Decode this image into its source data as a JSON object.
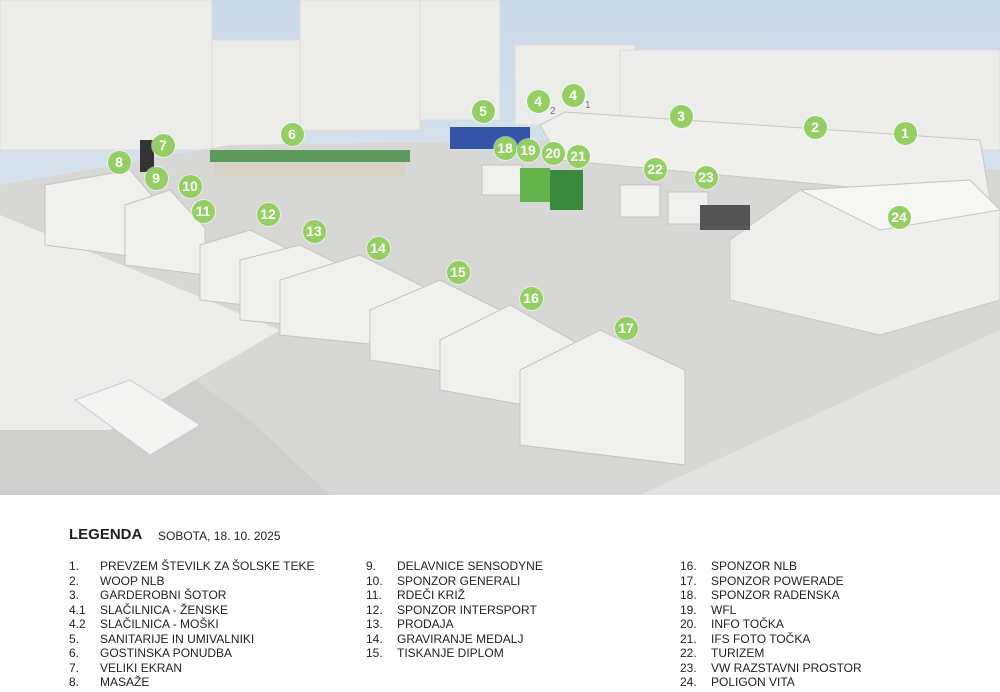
{
  "map": {
    "marker_color": "#93cf63",
    "markers": [
      "1",
      "2",
      "3",
      "4.1",
      "4.2",
      "5",
      "6",
      "7",
      "8",
      "9",
      "10",
      "11",
      "12",
      "13",
      "14",
      "15",
      "16",
      "17",
      "18",
      "19",
      "20",
      "21",
      "22",
      "23",
      "24"
    ]
  },
  "legend": {
    "title": "LEGENDA",
    "date": "SOBOTA, 18. 10. 2025",
    "items": [
      {
        "num": "1.",
        "label": "PREVZEM ŠTEVILK ZA ŠOLSKE TEKE"
      },
      {
        "num": "2.",
        "label": "WOOP NLB"
      },
      {
        "num": "3.",
        "label": "GARDEROBNI ŠOTOR"
      },
      {
        "num": "4.1",
        "label": "SLAČILNICA - ŽENSKE"
      },
      {
        "num": "4.2",
        "label": "SLAČILNICA - MOŠKI"
      },
      {
        "num": "5.",
        "label": "SANITARIJE IN UMIVALNIKI"
      },
      {
        "num": "6.",
        "label": "GOSTINSKA PONUDBA"
      },
      {
        "num": "7.",
        "label": "VELIKI EKRAN"
      },
      {
        "num": "8.",
        "label": "MASAŽE"
      },
      {
        "num": "9.",
        "label": "DELAVNICE SENSODYNE"
      },
      {
        "num": "10.",
        "label": "SPONZOR GENERALI"
      },
      {
        "num": "11.",
        "label": "RDEČI KRIŽ"
      },
      {
        "num": "12.",
        "label": "SPONZOR INTERSPORT"
      },
      {
        "num": "13.",
        "label": "PRODAJA"
      },
      {
        "num": "14.",
        "label": "GRAVIRANJE MEDALJ"
      },
      {
        "num": "15.",
        "label": "TISKANJE DIPLOM"
      },
      {
        "num": "16.",
        "label": "SPONZOR NLB"
      },
      {
        "num": "17.",
        "label": "SPONZOR POWERADE"
      },
      {
        "num": "18.",
        "label": "SPONZOR RADENSKA"
      },
      {
        "num": "19.",
        "label": "WFL"
      },
      {
        "num": "20.",
        "label": "INFO TOČKA"
      },
      {
        "num": "21.",
        "label": "IFS FOTO TOČKA"
      },
      {
        "num": "22.",
        "label": "TURIZEM"
      },
      {
        "num": "23.",
        "label": "VW RAZSTAVNI PROSTOR"
      },
      {
        "num": "24.",
        "label": "POLIGON VITA"
      }
    ]
  }
}
